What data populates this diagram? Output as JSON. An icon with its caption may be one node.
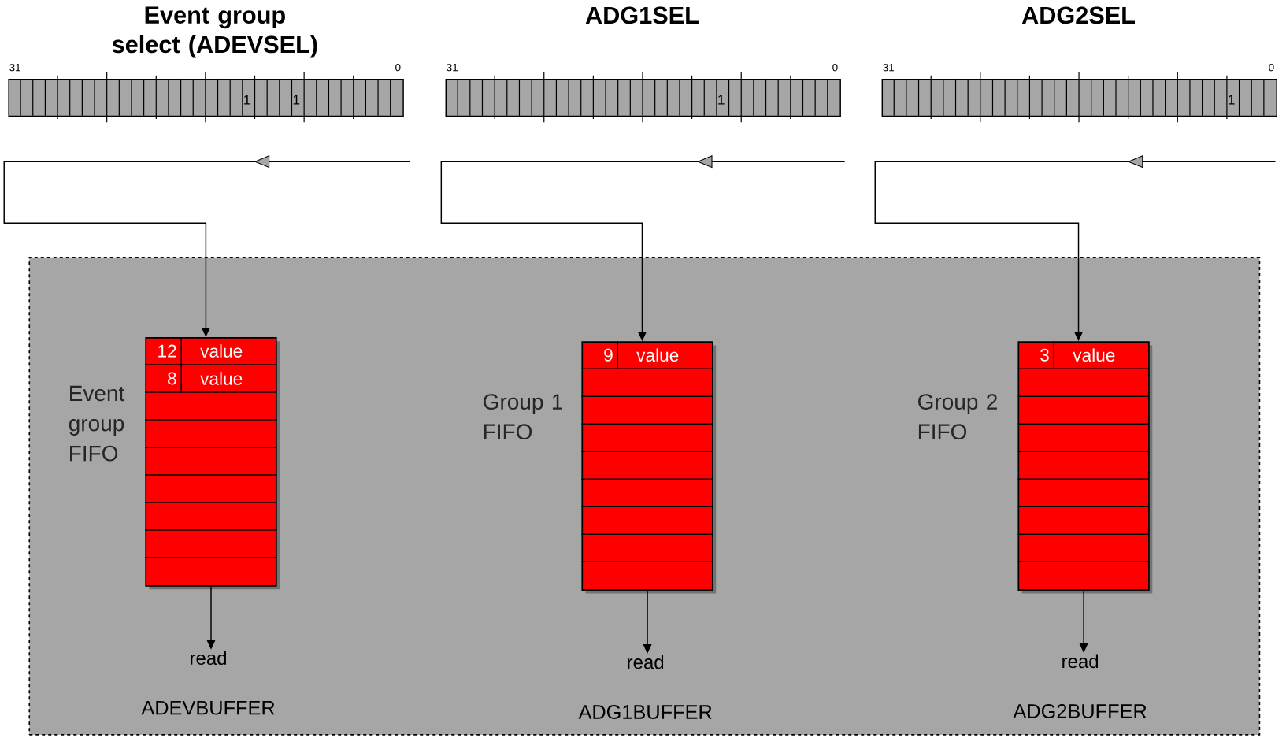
{
  "diagram": {
    "nodes": [
      {
        "text": [
          "Event group select (ADEVSEL)",
          "1",
          "1"
        ],
        "beside": [
          "31",
          "0"
        ]
      },
      {
        "text": [
          "ADG1SEL",
          "1"
        ],
        "beside": [
          "31",
          "0"
        ]
      },
      {
        "text": [
          "ADG2SEL",
          "1"
        ],
        "beside": [
          "31",
          "0"
        ]
      },
      {
        "text": [],
        "shape": "box"
      },
      {
        "text": [
          "12",
          "value",
          "8",
          "value"
        ],
        "beside": [
          "Event group FIFO"
        ],
        "in": 3
      },
      {
        "text": [
          "read"
        ],
        "in": 3
      },
      {
        "text": [
          "9",
          "value"
        ],
        "beside": [
          "Group 1 FIFO"
        ],
        "in": 3
      },
      {
        "text": [
          "read"
        ],
        "in": 3
      },
      {
        "text": [
          "3",
          "value"
        ],
        "beside": [
          "Group 2 FIFO"
        ],
        "in": 3
      },
      {
        "text": [
          "read"
        ],
        "in": 3
      }
    ],
    "edges": [
      {
        "from": null,
        "to": 4,
        "arrow": "to"
      },
      {
        "from": 4,
        "to": 5,
        "arrow": "to"
      },
      {
        "from": null,
        "to": 6,
        "arrow": "to"
      },
      {
        "from": 6,
        "to": 7,
        "arrow": "to"
      },
      {
        "from": null,
        "to": 8,
        "arrow": "to"
      },
      {
        "from": 8,
        "to": 9,
        "arrow": "to"
      }
    ],
    "labels": [
      "ADEVBUFFER",
      "ADG1BUFFER",
      "ADG2BUFFER"
    ]
  }
}
